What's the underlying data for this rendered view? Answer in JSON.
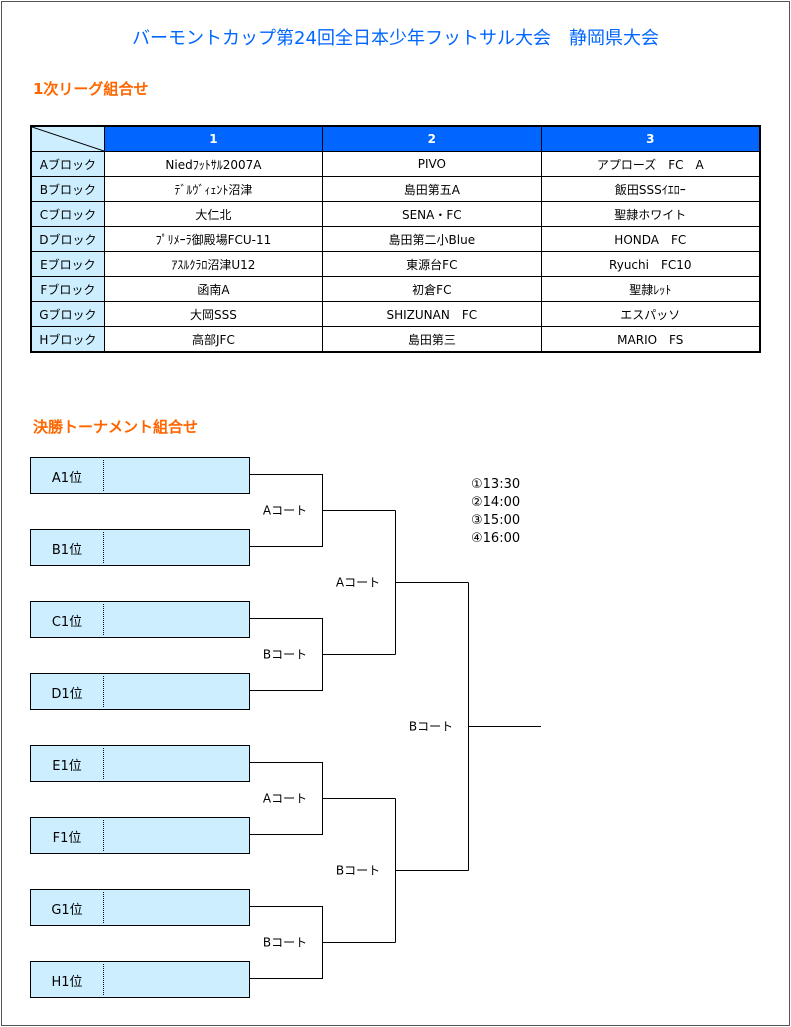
{
  "title": "バーモントカップ第24回全日本少年フットサル大会　静岡県大会",
  "league_heading": "1次リーグ組合せ",
  "league": {
    "columns": [
      "1",
      "2",
      "3"
    ],
    "rows": [
      {
        "block": "Aブロック",
        "teams": [
          "Niedﾌｯﾄｻﾙ2007A",
          "PIVO",
          "アプローズ　FC　A"
        ]
      },
      {
        "block": "Bブロック",
        "teams": [
          "ﾃﾞﾙｳﾞｨｪﾝﾄ沼津",
          "島田第五A",
          "飯田SSSｲｴﾛｰ"
        ]
      },
      {
        "block": "Cブロック",
        "teams": [
          "大仁北",
          "SENA・FC",
          "聖隷ホワイト"
        ]
      },
      {
        "block": "Dブロック",
        "teams": [
          "ﾌﾟﾘﾒｰﾗ御殿場FCU-11",
          "島田第二小Blue",
          "HONDA　FC"
        ]
      },
      {
        "block": "Eブロック",
        "teams": [
          "ｱｽﾙｸﾗﾛ沼津U12",
          "東源台FC",
          "Ryuchi　FC10"
        ]
      },
      {
        "block": "Fブロック",
        "teams": [
          "函南A",
          "初倉FC",
          "聖隷ﾚｯﾄ"
        ]
      },
      {
        "block": "Gブロック",
        "teams": [
          "大岡SSS",
          "SHIZUNAN　FC",
          "エスパッソ"
        ]
      },
      {
        "block": "Hブロック",
        "teams": [
          "高部JFC",
          "島田第三",
          "MARIO　FS"
        ]
      }
    ]
  },
  "tournament_heading": "決勝トーナメント組合せ",
  "seeds": [
    "A1位",
    "B1位",
    "C1位",
    "D1位",
    "E1位",
    "F1位",
    "G1位",
    "H1位"
  ],
  "courts": {
    "r1": [
      "Aコート",
      "Bコート",
      "Aコート",
      "Bコート"
    ],
    "r2": [
      "Aコート",
      "Bコート"
    ],
    "final": "Bコート"
  },
  "times": [
    "①13:30",
    "②14:00",
    "③15:00",
    "④16:00"
  ]
}
